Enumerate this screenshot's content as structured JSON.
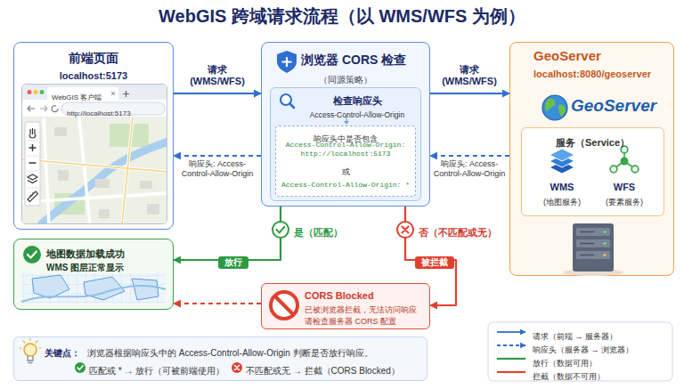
{
  "diagram": {
    "title": "WebGIS 跨域请求流程（以 WMS/WFS 为例）",
    "nodes": [
      {
        "text": [
          "前端页面",
          "localhost:5173"
        ]
      },
      {
        "text": [
          "WebGIS 客户端",
          "http://localhost:5173"
        ],
        "in": 0
      },
      {
        "text": [
          "浏览器 CORS 检查",
          "（同源策略）"
        ]
      },
      {
        "text": [
          "检查响应头",
          "Access-Control-Allow-Origin"
        ],
        "in": 2
      },
      {
        "text": [
          "响应头中是否包含",
          "Access-Control-Allow-Origin: http://localhost:5173",
          "或",
          "Access-Control-Allow-Origin: *"
        ],
        "in": 3
      },
      {
        "text": [
          "GeoServer",
          "localhost:8080/geoserver",
          "GeoServer"
        ]
      },
      {
        "text": [
          "服务（Service）",
          "WMS",
          "(地图服务)",
          "WFS",
          "(要素服务)"
        ],
        "in": 5
      },
      {
        "text": [
          "地图数据加载成功",
          "WMS 图层正常显示"
        ]
      },
      {
        "text": [
          "CORS Blocked",
          "已被浏览器拦截，无法访问响应",
          "请检查服务器 CORS 配置"
        ]
      },
      {
        "text": [
          "关键点：",
          "浏览器根据响应头中的 Access-Control-Allow-Origin 判断是否放行响应。",
          "匹配或 * → 放行（可被前端使用）",
          "不匹配或无 → 拦截（CORS Blocked）"
        ]
      }
    ],
    "edges": [
      {
        "from": 0,
        "to": 2,
        "arrow": "to",
        "label": "请求 (WMS/WFS)"
      },
      {
        "from": 2,
        "to": 5,
        "arrow": "to",
        "label": "请求 (WMS/WFS)"
      },
      {
        "from": 5,
        "to": 2,
        "arrow": "to",
        "label": "响应头: Access-Control-Allow-Origin"
      },
      {
        "from": 2,
        "to": 0,
        "arrow": "to",
        "label": "响应头: Access-Control-Allow-Origin"
      },
      {
        "from": 2,
        "to": 7,
        "arrow": "to",
        "label": "放行"
      },
      {
        "from": 2,
        "to": 8,
        "arrow": "to",
        "label": "被拦截"
      },
      {
        "from": 8,
        "to": 7,
        "arrow": "to"
      }
    ],
    "labels": [
      "是（匹配）",
      "否（不匹配或无）"
    ],
    "legend": [
      {
        "text": "请求（前端 → 服务器）"
      },
      {
        "text": "响应头（服务器 → 浏览器）"
      },
      {
        "text": "放行（数据可用）"
      },
      {
        "text": "拦截（数据不可用）"
      }
    ]
  }
}
